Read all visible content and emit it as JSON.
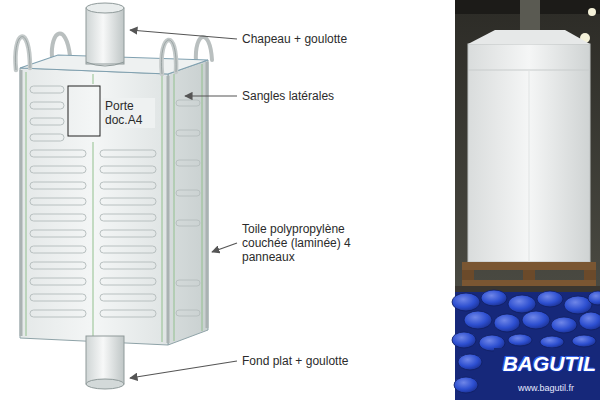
{
  "diagram": {
    "labels": [
      "Chapeau + goulotte",
      "Porte doc.A4",
      "Sangles latérales",
      "Toile polypropylène couchée (laminée) 4 panneaux",
      "Fond plat + goulotte",
      "BAGUTIL",
      "www.bagutil.fr"
    ]
  }
}
